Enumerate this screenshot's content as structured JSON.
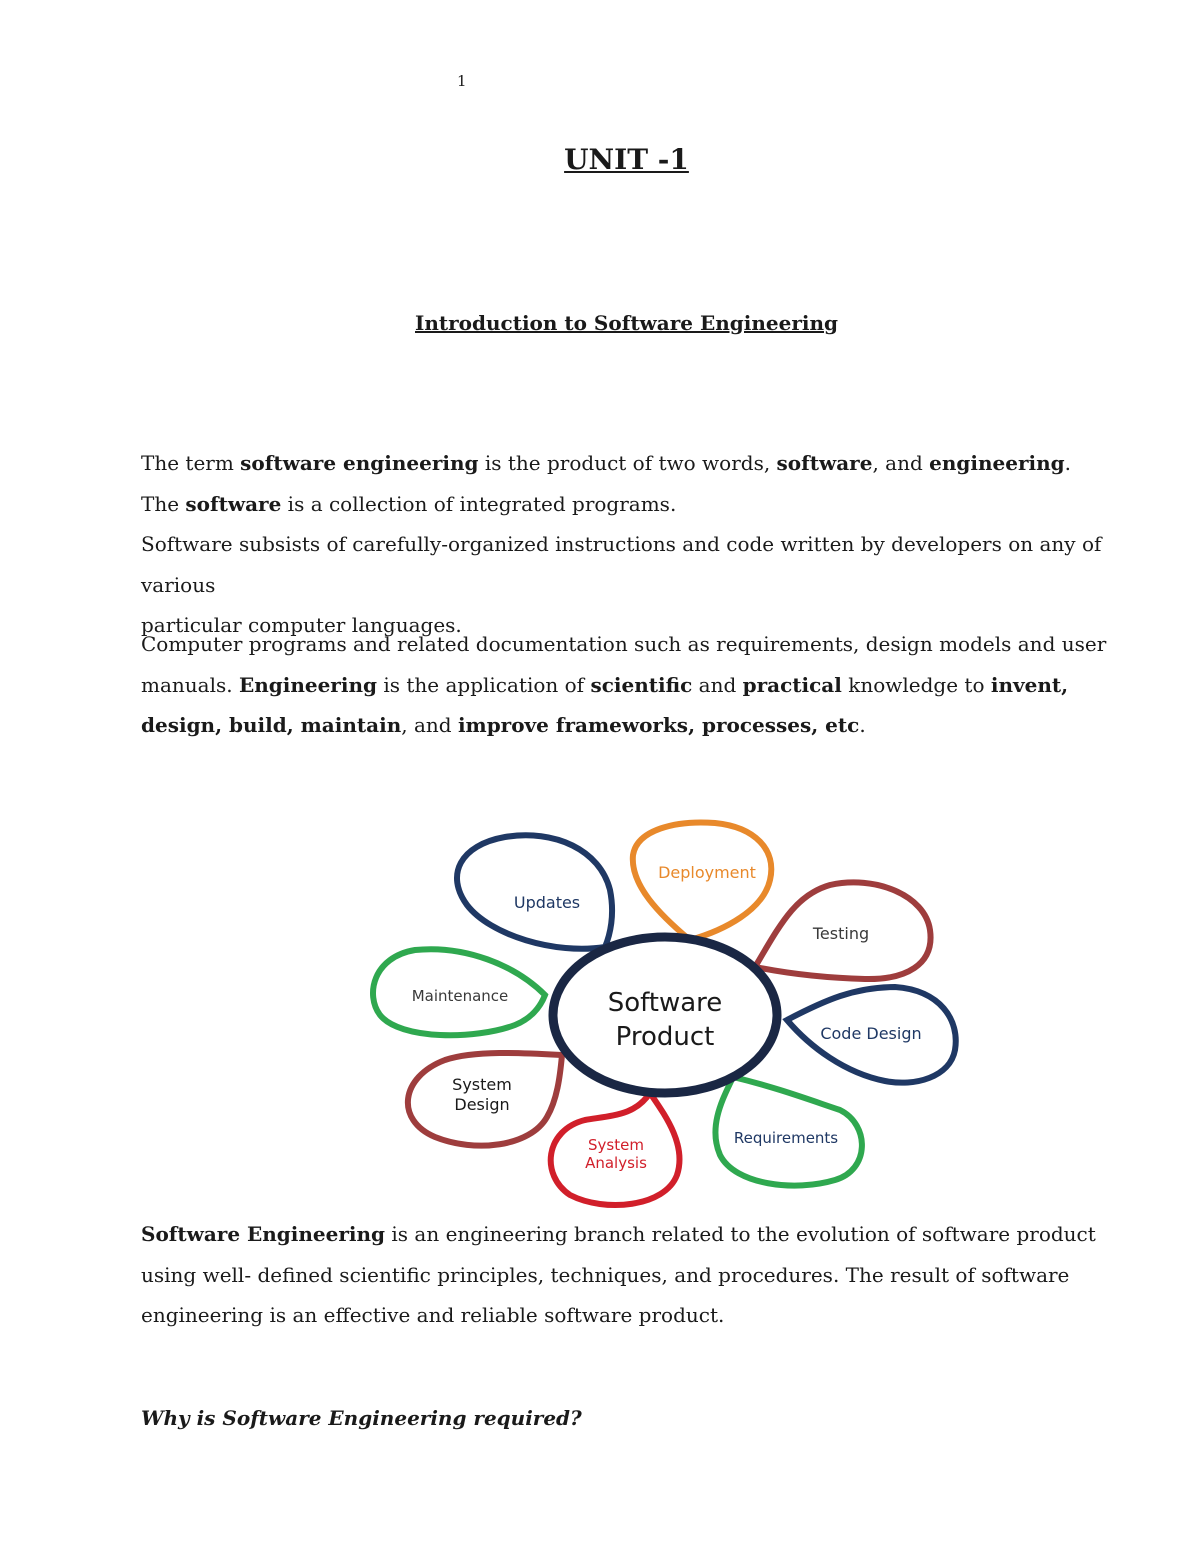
{
  "page_number": "1",
  "unit_title": "UNIT -1",
  "section_title": "Introduction to Software Engineering",
  "para1": {
    "l1": {
      "a": "The term ",
      "b": "software engineering",
      "c": " is the product of two words, ",
      "d": "software",
      "e": ", and ",
      "f": "engineering",
      "g": "."
    },
    "l2": {
      "a": "The ",
      "b": "software",
      "c": " is a collection of integrated programs."
    },
    "l3": "Software subsists of carefully-organized instructions and code written by developers on any of various",
    "l4": "particular computer languages."
  },
  "para2": {
    "a": "Computer programs and related documentation such as requirements, design models and user manuals. ",
    "b": "Engineering",
    "c": " is the application of ",
    "d": "scientific",
    "e": " and ",
    "f": "practical",
    "g": " knowledge to ",
    "h": "invent, design, build, maintain",
    "i": ", and ",
    "j": "improve frameworks, processes, etc",
    "k": "."
  },
  "diagram": {
    "center_line1": "Software",
    "center_line2": "Product",
    "petals": {
      "updates": "Updates",
      "deployment": "Deployment",
      "testing": "Testing",
      "code_design": "Code Design",
      "requirements": "Requirements",
      "system_analysis_1": "System",
      "system_analysis_2": "Analysis",
      "system_design_1": "System",
      "system_design_2": "Design",
      "maintenance": "Maintenance"
    },
    "colors": {
      "navy": "#1f3864",
      "orange": "#e8892b",
      "maroon": "#9e3d3d",
      "green": "#2fa84f",
      "red": "#d11f2a",
      "center_ring": "#1a2744"
    }
  },
  "para3": {
    "a": "Software Engineering",
    "b": " is an engineering branch related to the evolution of software product using well- defined scientific principles, techniques, and procedures. The result of software engineering is an effective and reliable software product."
  },
  "why_heading": "Why is Software Engineering required?"
}
